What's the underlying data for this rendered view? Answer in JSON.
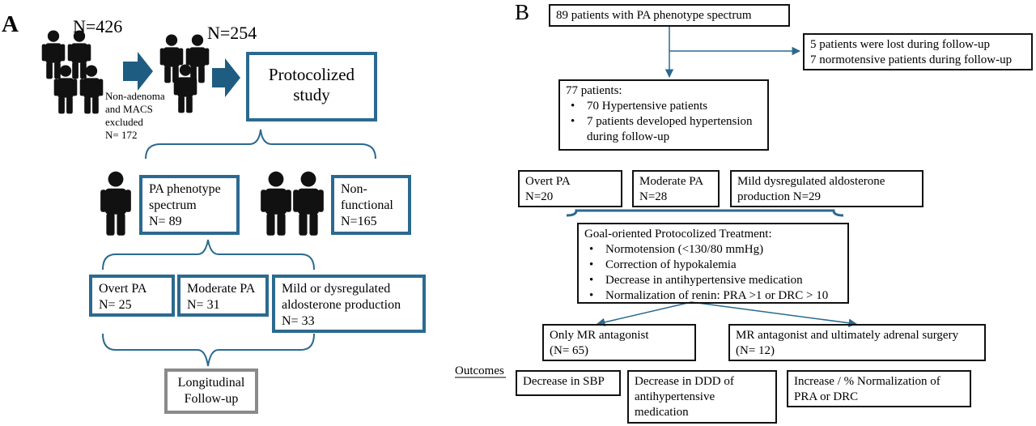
{
  "panel_a": {
    "label": "A",
    "n_initial": "N=426",
    "n_included": "N=254",
    "excluded_lines": [
      "Non-adenoma",
      "and MACS",
      "excluded",
      "N= 172"
    ],
    "protocolized_lines": [
      "Protocolized",
      "study"
    ],
    "pa_spectrum_lines": [
      "PA phenotype",
      "spectrum",
      "N= 89"
    ],
    "nonfunctional_lines": [
      "Non-",
      "functional",
      "N=165"
    ],
    "overt": [
      "Overt PA",
      "N= 25"
    ],
    "moderate": [
      "Moderate PA",
      "N= 31"
    ],
    "mild": [
      "Mild or dysregulated",
      "aldosterone production",
      "N= 33"
    ],
    "followup_lines": [
      "Longitudinal",
      "Follow-up"
    ]
  },
  "panel_b": {
    "label": "B",
    "top": "89 patients with PA phenotype spectrum",
    "excluded_lines": [
      "5 patients were lost during follow-up",
      "7 normotensive patients during follow-up"
    ],
    "cohort_title": "77 patients:",
    "cohort_items": [
      "70 Hypertensive patients",
      "7 patients developed hypertension during follow-up"
    ],
    "overt": [
      "Overt PA",
      "N=20"
    ],
    "moderate": [
      "Moderate PA",
      "N=28"
    ],
    "mild": [
      "Mild dysregulated aldosterone",
      "production N=29"
    ],
    "treatment_title": "Goal-oriented Protocolized Treatment:",
    "treatment_items": [
      "Normotension (<130/80 mmHg)",
      "Correction of hypokalemia",
      "Decrease in antihypertensive medication",
      "Normalization of renin: PRA >1 or DRC > 10"
    ],
    "mra_only": [
      "Only MR antagonist",
      "(N= 65)"
    ],
    "mra_surgery": [
      "MR antagonist and ultimately adrenal surgery",
      "(N= 12)"
    ],
    "outcomes_label": "Outcomes",
    "outcome_sbp": "Decrease in SBP",
    "outcome_ddd": [
      "Decrease in DDD of",
      "antihypertensive",
      "medication"
    ],
    "outcome_pra": [
      "Increase / % Normalization of",
      "PRA or DRC"
    ]
  },
  "colors": {
    "accent": "#2b6a8f",
    "person": "#111111",
    "followup_border": "#8a8a8a"
  },
  "icons": [
    "person-icon",
    "right-arrow-icon",
    "curly-brace-icon"
  ]
}
